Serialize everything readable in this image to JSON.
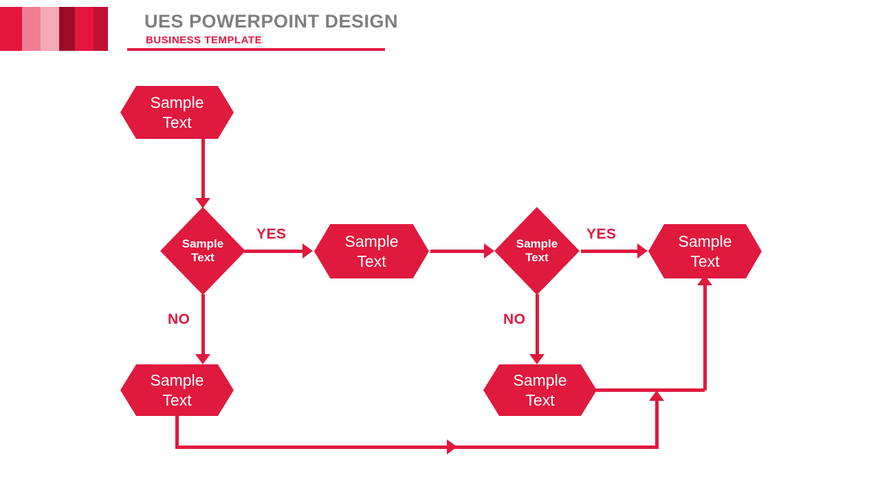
{
  "colors": {
    "accent": "#E0193E",
    "title_gray": "#7E7F82",
    "node_text": "#FFFFFF"
  },
  "header": {
    "title": "UES POWERPOINT DESIGN",
    "subtitle": "BUSINESS TEMPLATE",
    "stripes": [
      {
        "color": "#E4163E",
        "w": 32
      },
      {
        "color": "#EF7E92",
        "w": 27
      },
      {
        "color": "#F5A9B6",
        "w": 27
      },
      {
        "color": "#9E0B29",
        "w": 23
      },
      {
        "color": "#E4163E",
        "w": 27
      },
      {
        "color": "#C01134",
        "w": 21
      }
    ]
  },
  "flowchart": {
    "nodes": {
      "hexTop": {
        "label": "Sample Text",
        "shape": "hexagon"
      },
      "decision1": {
        "label": "Sample Text",
        "shape": "diamond"
      },
      "hexMid": {
        "label": "Sample Text",
        "shape": "hexagon"
      },
      "decision2": {
        "label": "Sample Text",
        "shape": "diamond"
      },
      "hexRight": {
        "label": "Sample Text",
        "shape": "hexagon"
      },
      "hexBottomLeft": {
        "label": "Sample Text",
        "shape": "hexagon"
      },
      "hexBottomRight": {
        "label": "Sample Text",
        "shape": "hexagon"
      }
    },
    "edge_labels": {
      "yes1": "YES",
      "yes2": "YES",
      "no1": "NO",
      "no2": "NO"
    },
    "edges": [
      {
        "from": "hexTop",
        "to": "decision1",
        "label": ""
      },
      {
        "from": "decision1",
        "to": "hexMid",
        "label": "YES"
      },
      {
        "from": "hexMid",
        "to": "decision2",
        "label": ""
      },
      {
        "from": "decision2",
        "to": "hexRight",
        "label": "YES"
      },
      {
        "from": "decision1",
        "to": "hexBottomLeft",
        "label": "NO"
      },
      {
        "from": "decision2",
        "to": "hexBottomRight",
        "label": "NO"
      },
      {
        "from": "hexBottomRight",
        "to": "hexRight",
        "label": ""
      },
      {
        "from": "hexBottomLeft",
        "to": "hexRight",
        "label": ""
      }
    ]
  }
}
